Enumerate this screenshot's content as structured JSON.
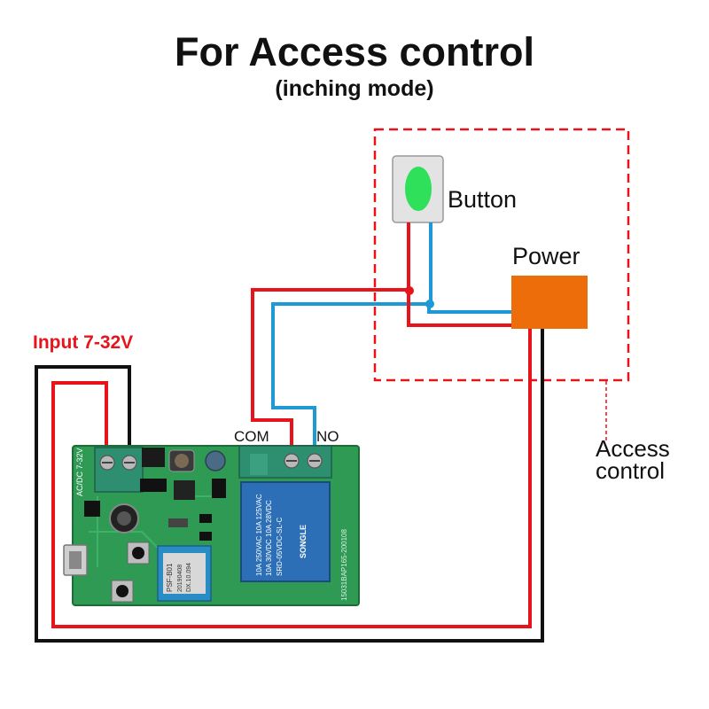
{
  "title": "For Access control",
  "subtitle": "(inching mode)",
  "labels": {
    "button": "Button",
    "power": "Power",
    "input": "Input 7-32V",
    "com": "COM",
    "no": "NO",
    "access_line1": "Access",
    "access_line2": "control"
  },
  "board": {
    "input_terminal": "AC/DC 7-32V",
    "relay_line1": "10A 250VAC  10A 125VAC",
    "relay_line2": "10A 30VDC  10A 28VDC",
    "relay_line3": "SRD-05VDC-SL-C",
    "relay_brand": "SONGLE",
    "module_text1": "PSF-B01",
    "module_text2": "20190408",
    "module_text3": "DX.10.094",
    "serial": "15031BAP165-200108"
  },
  "colors": {
    "wire_red": "#e8141c",
    "wire_black": "#111111",
    "wire_blue": "#1d9ad6",
    "pcb": "#2f9a54",
    "relay": "#2c6fb7",
    "power_box": "#ed6d0a",
    "button_green": "#2fe05a",
    "dashed": "#e8141c"
  }
}
